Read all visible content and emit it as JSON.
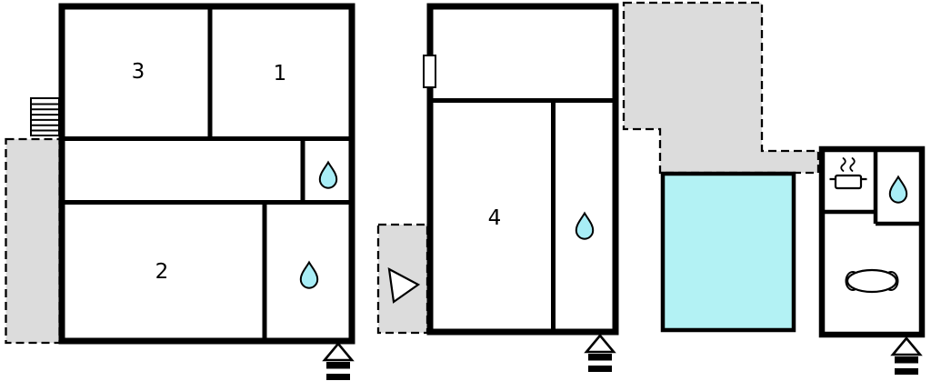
{
  "rooms": {
    "room1": {
      "label": "1"
    },
    "room2": {
      "label": "2"
    },
    "room3": {
      "label": "3"
    },
    "room4": {
      "label": "4"
    }
  },
  "colors": {
    "wall": "#000000",
    "area_fill": "#dcdcdc",
    "pool_fill": "#b3f2f4",
    "drop_fill": "#a8edf6",
    "floor_fill": "#ffffff"
  },
  "icons": {
    "water_drop": "water-drop-icon",
    "stairs": "stairs-icon",
    "entrance_arrow": "entrance-arrow-icon",
    "door_window": "door-window-icon",
    "cooking_pot": "cooking-pot-icon",
    "dining_table": "dining-table-icon",
    "direction_triangle": "triangle-icon"
  },
  "areas": {
    "pool": "swimming-pool",
    "left_terrace": "terrace",
    "top_right_terrace": "terrace",
    "middle_patio": "patio"
  }
}
